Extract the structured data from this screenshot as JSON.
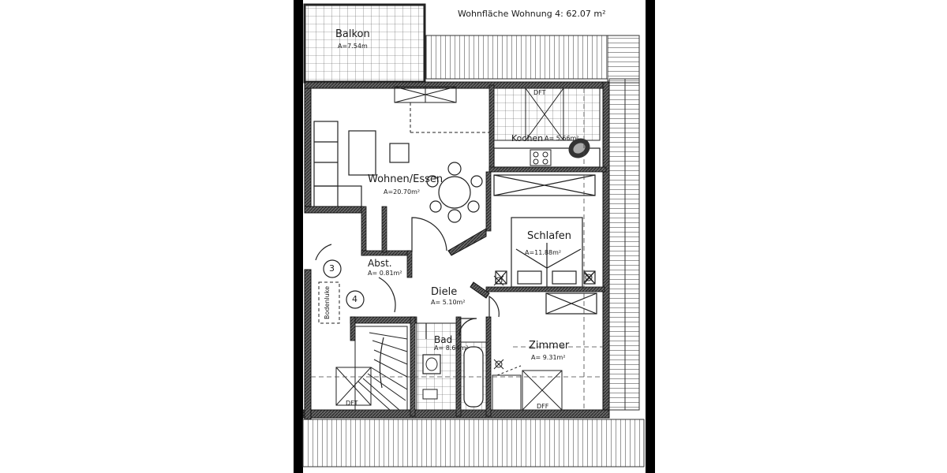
{
  "header": {
    "total_area": "Wohnfläche Wohnung 4: 62.07 m²"
  },
  "rooms": {
    "balkon": {
      "name": "Balkon",
      "area": "A=7.54m"
    },
    "wohnen": {
      "name": "Wohnen/Essen",
      "area": "A=20.70m²"
    },
    "kochen": {
      "name": "Kochen",
      "area": "A= 5.66m²"
    },
    "schlafen": {
      "name": "Schlafen",
      "area": "A=11.88m²"
    },
    "abst": {
      "name": "Abst.",
      "area": "A= 0.81m²"
    },
    "diele": {
      "name": "Diele",
      "area": "A= 5.10m²"
    },
    "bad": {
      "name": "Bad",
      "area": "A= 8.64m²"
    },
    "zimmer": {
      "name": "Zimmer",
      "area": "A= 9.31m²"
    }
  },
  "marks": {
    "circle_3": "3",
    "circle_4": "4",
    "bodenluke": "Bodenluke",
    "dft_kitchen": "DFT",
    "dft_stair": "DFT",
    "dff_zimmer": "DFF"
  },
  "colors": {
    "frame": "#000000",
    "paper": "#ffffff",
    "ink": "#1a1a1a"
  }
}
